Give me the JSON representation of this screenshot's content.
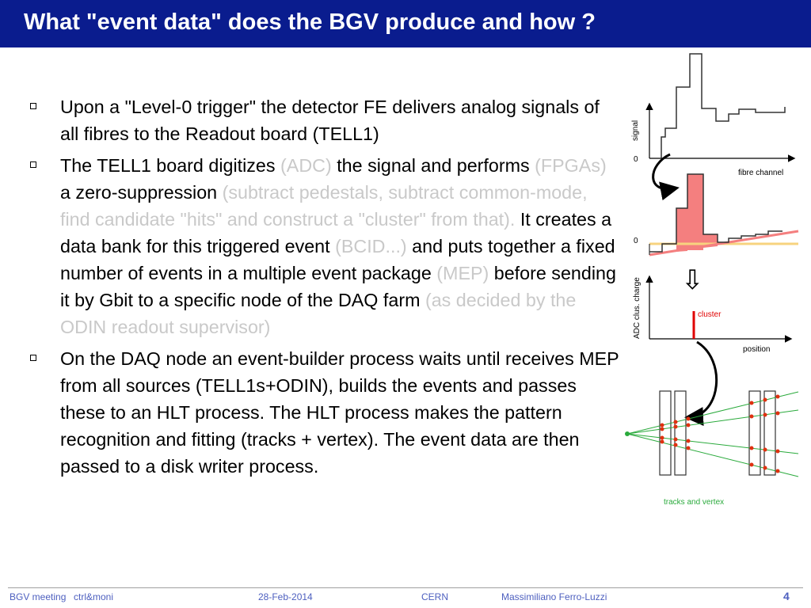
{
  "slide": {
    "title": "What \"event data\" does the BGV produce and how ?",
    "bullets": [
      {
        "segments": [
          {
            "text": "Upon a \"Level-0 trigger\" the detector FE delivers analog signals of all fibres to the Readout board (TELL1)",
            "dim": false
          }
        ]
      },
      {
        "segments": [
          {
            "text": "The TELL1 board digitizes ",
            "dim": false
          },
          {
            "text": "(ADC)",
            "dim": true
          },
          {
            "text": " the signal and performs ",
            "dim": false
          },
          {
            "text": "(FPGAs)",
            "dim": true
          },
          {
            "text": " a zero-suppression ",
            "dim": false
          },
          {
            "text": "(subtract pedestals, subtract common-mode, find candidate \"hits\" and construct a \"cluster\" from that).",
            "dim": true
          },
          {
            "text": " It creates a data bank for this triggered event ",
            "dim": false
          },
          {
            "text": "(BCID...)",
            "dim": true
          },
          {
            "text": " and puts together a fixed number of events in a multiple event package ",
            "dim": false
          },
          {
            "text": "(MEP)",
            "dim": true
          },
          {
            "text": " before sending it by Gbit to a specific node of the DAQ farm ",
            "dim": false
          },
          {
            "text": "(as decided by the ODIN readout supervisor)",
            "dim": true
          }
        ]
      },
      {
        "segments": [
          {
            "text": "On the DAQ node an event-builder process waits until receives MEP from all sources (TELL1s+ODIN), builds the events and passes these to an HLT process. The HLT process makes the pattern recognition and fitting (tracks + vertex). The event data are then passed to a disk writer process.",
            "dim": false
          }
        ]
      }
    ]
  },
  "diagram": {
    "signal_label": "signal",
    "signal_zero": "0",
    "fibre_label": "fibre channel",
    "zs_zero": "0",
    "down_arrow": "⇩",
    "adc_label": "ADC clus. charge",
    "cluster_label": "cluster",
    "position_label": "position",
    "tracks_label": "tracks and vertex",
    "colors": {
      "cluster": "#e00000",
      "fill": "#f47f7f",
      "pedestal": "#f7d37f",
      "track": "#2aaa3c",
      "hit": "#e03010"
    }
  },
  "footer": {
    "meeting": "BGV meeting",
    "topic": "ctrl&moni",
    "date": "28-Feb-2014",
    "org": "CERN",
    "author": "Massimiliano Ferro-Luzzi",
    "page": "4"
  }
}
